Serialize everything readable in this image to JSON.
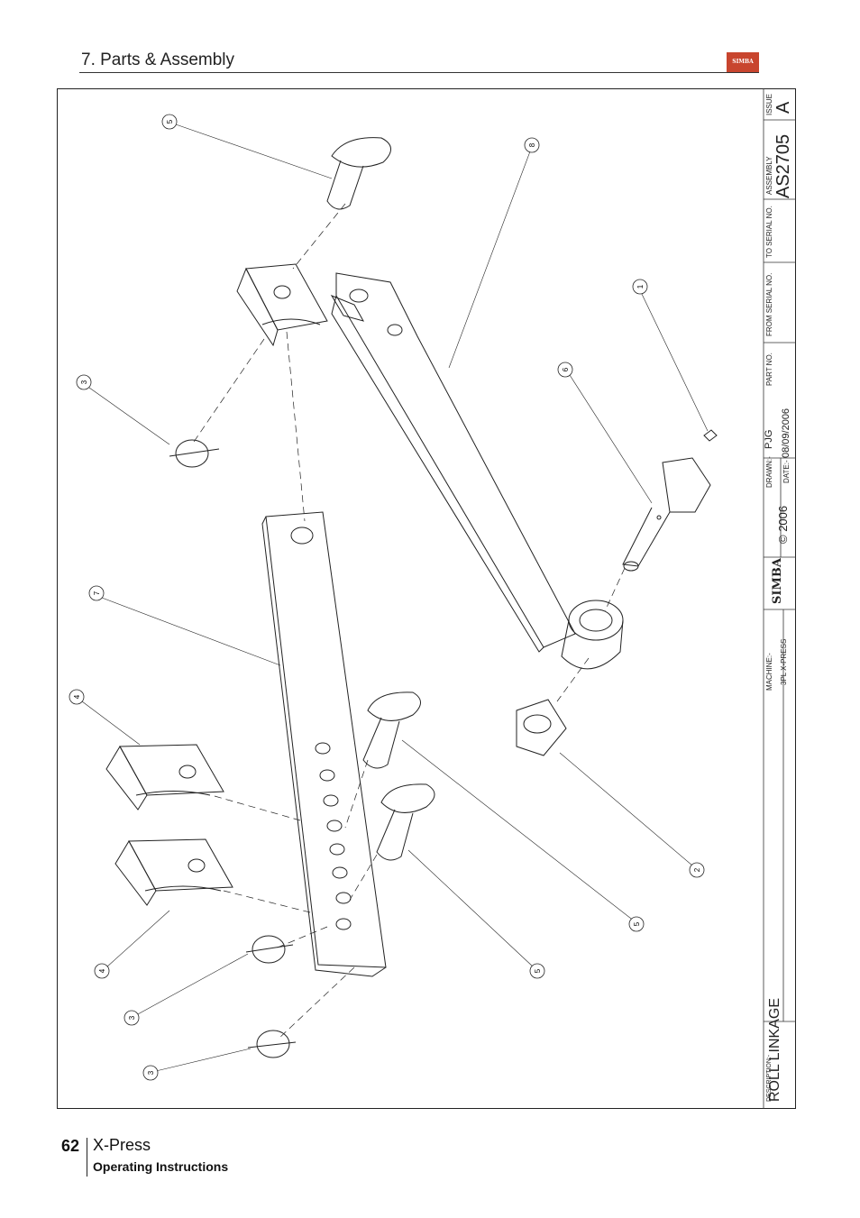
{
  "header": {
    "section_title": "7. Parts & Assembly",
    "logo_text": "SIMBA"
  },
  "drawing": {
    "title_block": {
      "description_label": "DESCRIPTION:-",
      "description": "ROLL LINKAGE",
      "machine_label": "MACHINE:-",
      "machine": "3PL X-PRESS",
      "brand": "SIMBA",
      "copyright": "© 2006",
      "drawn_label": "DRAWN:-",
      "drawn": "PJG",
      "date_label": "DATE:-",
      "date": "08/09/2006",
      "part_no_label": "PART NO.",
      "from_serial_label": "FROM SERIAL NO.",
      "to_serial_label": "TO SERIAL NO.",
      "assembly_label": "ASSEMBLY",
      "assembly": "AS2705",
      "issue_label": "ISSUE",
      "issue": "A"
    },
    "balloons": [
      {
        "label": "5"
      },
      {
        "label": "8"
      },
      {
        "label": "1"
      },
      {
        "label": "6"
      },
      {
        "label": "3"
      },
      {
        "label": "7"
      },
      {
        "label": "4"
      },
      {
        "label": "2"
      },
      {
        "label": "5"
      },
      {
        "label": "5"
      },
      {
        "label": "4"
      },
      {
        "label": "3"
      },
      {
        "label": "3"
      }
    ]
  },
  "footer": {
    "page_number": "62",
    "product": "X-Press",
    "subtitle": "Operating Instructions"
  }
}
